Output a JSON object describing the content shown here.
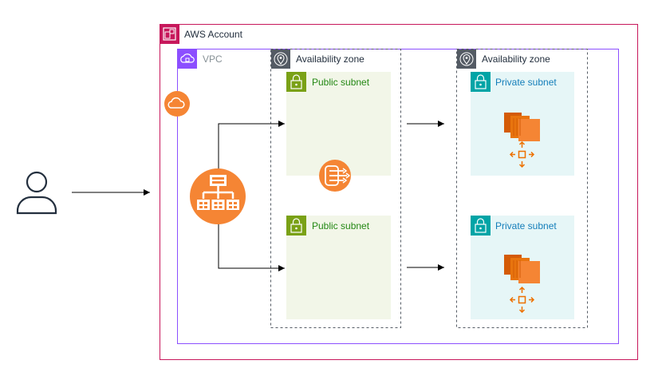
{
  "account": {
    "label": "AWS Account",
    "color": "#c7175b"
  },
  "vpc": {
    "label": "VPC",
    "color": "#8c4fff",
    "label_color": "#879196"
  },
  "zones": [
    {
      "label": "Availability zone"
    },
    {
      "label": "Availability zone"
    }
  ],
  "public_subnets": [
    {
      "label": "Public subnet"
    },
    {
      "label": "Public subnet"
    }
  ],
  "private_subnets": [
    {
      "label": "Private subnet"
    },
    {
      "label": "Private subnet"
    }
  ],
  "colors": {
    "public_fill": "#f2f6e8",
    "public_accent": "#7aa116",
    "public_text": "#248814",
    "private_fill": "#e6f6f7",
    "private_accent": "#00a4a6",
    "private_text": "#147eba",
    "compute_orange": "#ed7100",
    "network_orange": "#f58534"
  },
  "icons": [
    "user-icon",
    "internet-gateway-icon",
    "load-balancer-icon",
    "nat-gateway-icon",
    "ec2-instance-icon",
    "auto-scaling-icon",
    "lock-icon",
    "location-pin-icon",
    "account-icon",
    "vpc-icon"
  ]
}
